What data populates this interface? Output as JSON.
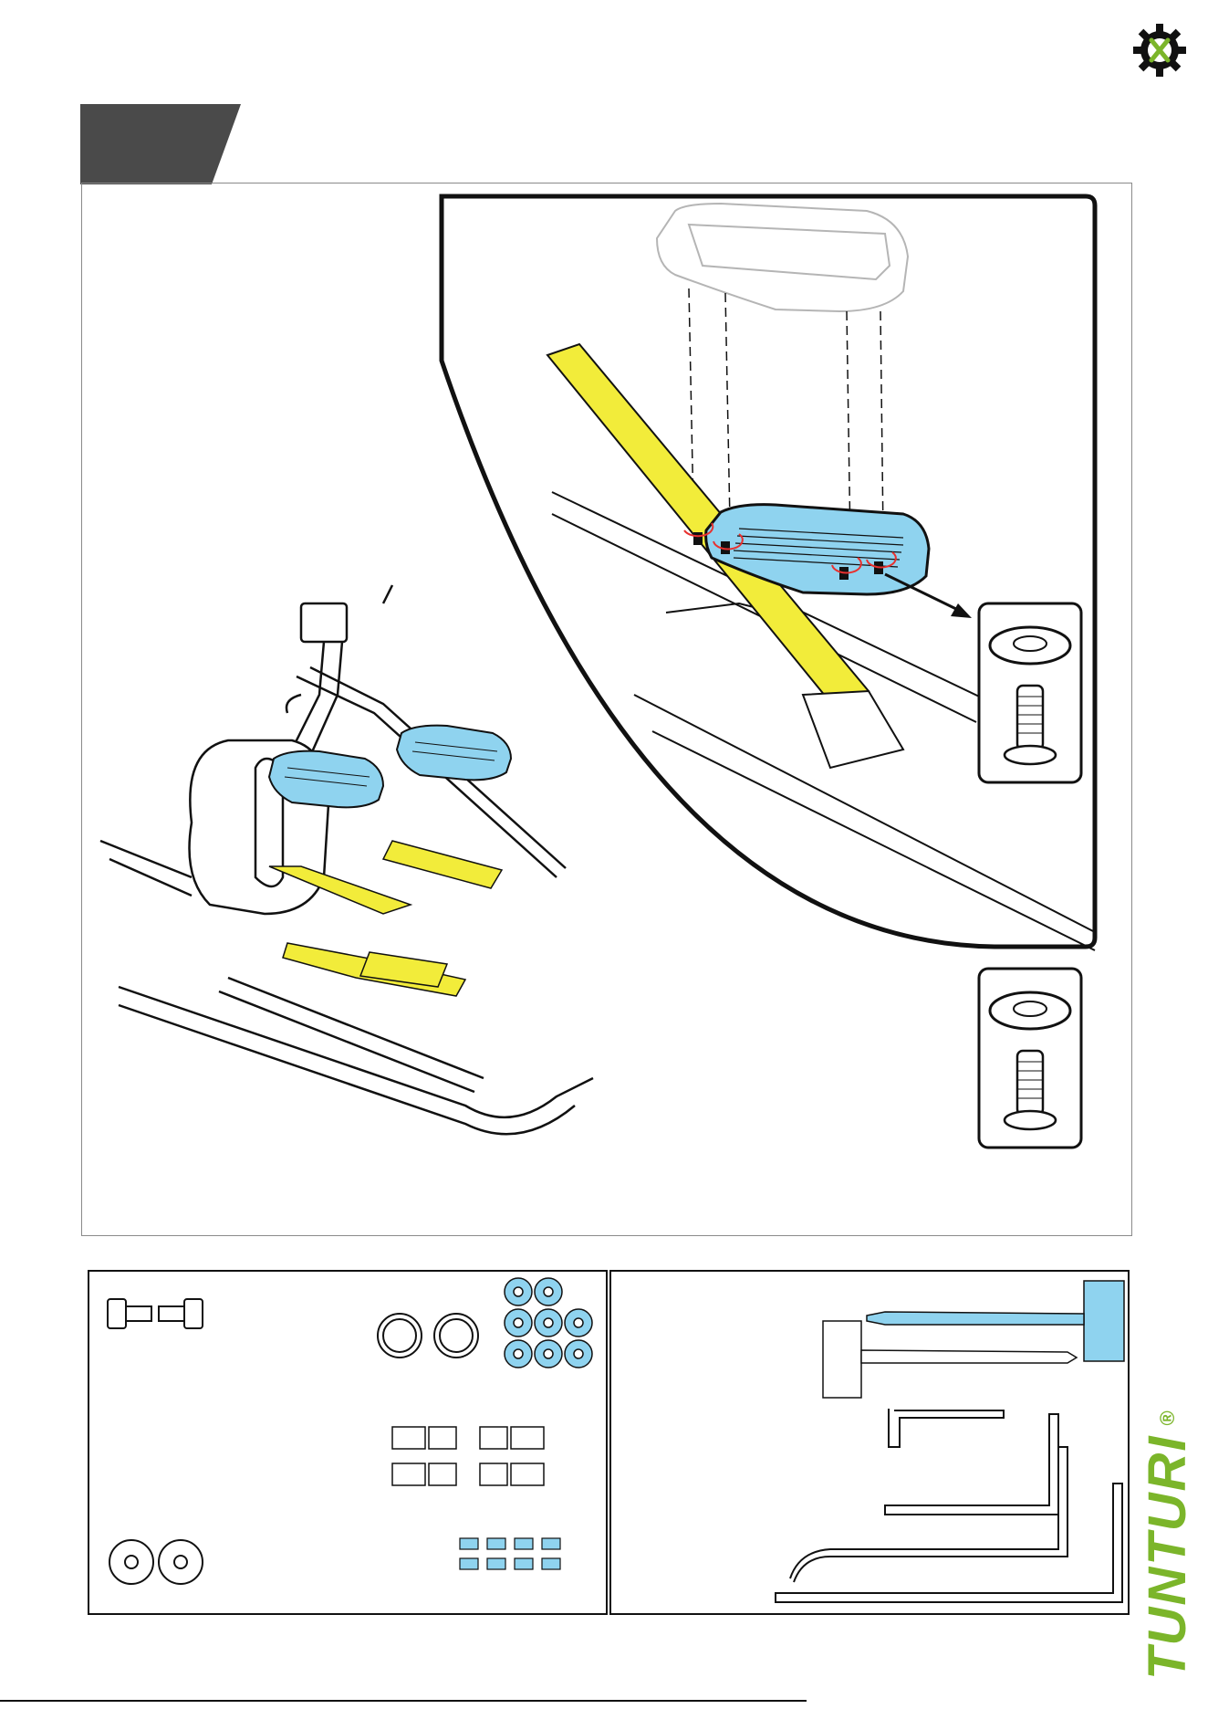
{
  "brand": {
    "name": "TUNTURI",
    "trademark": "®",
    "color": "#7bb52a"
  },
  "header": {
    "tools_icon": "gear-wrench-icon",
    "step_number": ""
  },
  "colors": {
    "highlight_yellow": "#f2ec3a",
    "pedal_blue": "#8fd3ef",
    "rotation_red": "#e8312f",
    "tab_gray": "#4a4a4a"
  },
  "parts": {
    "left_panel": [
      "bolt",
      "large-washer",
      "small-washer-blue",
      "nut",
      "flat-washer",
      "pedal-screw-blue"
    ],
    "right_panel": [
      "screwdriver",
      "hex-wrench-small",
      "hex-wrench-medium",
      "hex-wrench-large",
      "hex-wrench-xlarge"
    ]
  }
}
